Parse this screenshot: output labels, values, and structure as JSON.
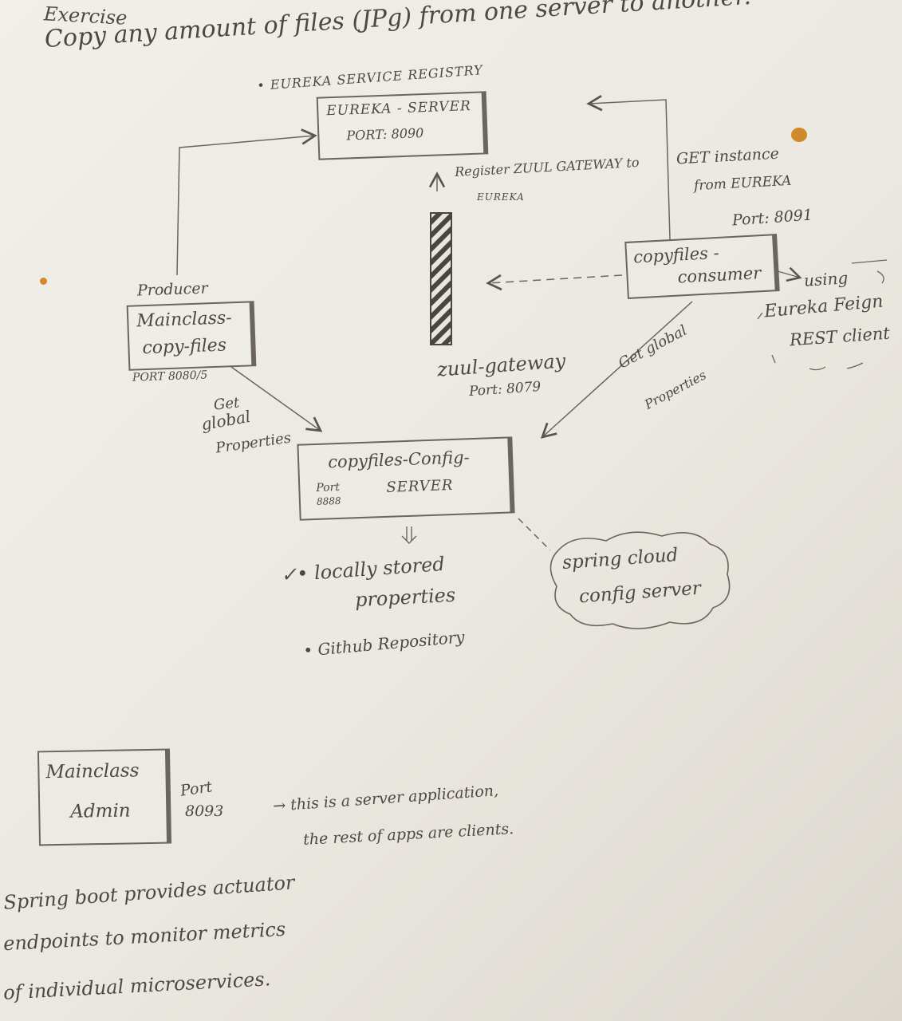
{
  "header": {
    "exercise": "Exercise",
    "task": "Copy any amount of files (JPg) from one server to another."
  },
  "eureka": {
    "registry_label": "• EUREKA SERVICE REGISTRY",
    "name": "EUREKA - SERVER",
    "port": "PORT: 8090",
    "register_note_1": "Register ZUUL GATEWAY to",
    "register_note_2": "EUREKA"
  },
  "consumer": {
    "get_instance_1": "GET instance",
    "get_instance_2": "from EUREKA",
    "port": "Port: 8091",
    "name_1": "copyfiles -",
    "name_2": "consumer",
    "using": "using",
    "feign_1": "Eureka Feign",
    "feign_2": "REST client"
  },
  "producer": {
    "label": "Producer",
    "name_1": "Mainclass-",
    "name_2": "copy-files",
    "port": "PORT 8080/5",
    "get_1": "Get",
    "get_2": "global",
    "get_3": "Properties"
  },
  "zuul": {
    "name": "zuul-gateway",
    "port": "Port: 8079"
  },
  "consumer_get": {
    "line_1": "Get global",
    "line_2": "Properties"
  },
  "config": {
    "name_1": "copyfiles-Config-",
    "name_2": "SERVER",
    "port_1": "Port",
    "port_2": "8888"
  },
  "properties": {
    "local_1": "✓• locally stored",
    "local_2": "properties",
    "github": "• Github Repository"
  },
  "cloud": {
    "line_1": "spring cloud",
    "line_2": "config server"
  },
  "admin": {
    "name_1": "Mainclass",
    "name_2": "Admin",
    "port_1": "Port",
    "port_2": "8093",
    "note_1": "→ this is a server application,",
    "note_2": "the rest of apps are clients."
  },
  "footer": {
    "line_1": "Spring boot provides actuator",
    "line_2": "endpoints to monitor metrics",
    "line_3": "of individual microservices."
  },
  "colors": {
    "pencil": "#4d4843",
    "paper": "#efece6",
    "stain": "#d08a2c"
  }
}
